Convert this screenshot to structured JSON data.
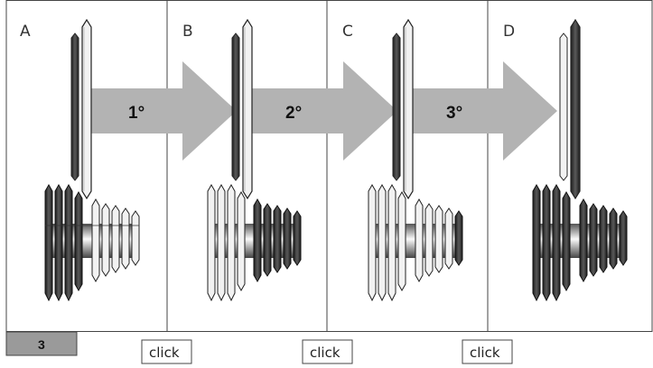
{
  "figure": {
    "panels": [
      {
        "letter": "A",
        "top_ring": "dark",
        "cassette": "front-dark"
      },
      {
        "letter": "B",
        "top_ring": "dark",
        "cassette": "back-dark"
      },
      {
        "letter": "C",
        "top_ring": "dark",
        "cassette": "back-dark-last"
      },
      {
        "letter": "D",
        "top_ring": "light",
        "cassette": "all-dark"
      }
    ],
    "arrows": [
      "1°",
      "2°",
      "3°"
    ],
    "click_labels": [
      "click",
      "click",
      "click"
    ],
    "badge": "3",
    "colors": {
      "border": "#444444",
      "arrow_fill": "#b3b3b3",
      "dark_cog": "#3a3a3a",
      "light_cog": "#f2f2f2",
      "badge_fill": "#9a9a9a"
    }
  }
}
